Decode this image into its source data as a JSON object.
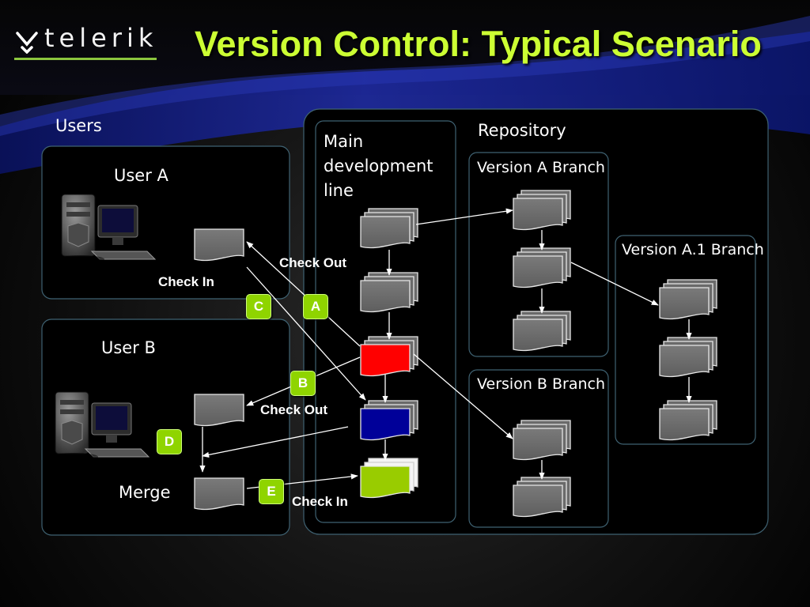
{
  "header": {
    "logo_text": "telerik",
    "title": "Version Control: Typical Scenario"
  },
  "users_panel": {
    "heading": "Users",
    "user_a": {
      "label": "User A",
      "check_in": "Check In"
    },
    "user_b": {
      "label": "User B",
      "check_out": "Check Out",
      "merge": "Merge"
    }
  },
  "repository": {
    "heading": "Repository",
    "main_line": "Main development line",
    "version_a": "Version A Branch",
    "version_a1": "Version A.1 Branch",
    "version_b": "Version B Branch"
  },
  "actions": {
    "check_out_a": "Check Out",
    "check_in_e": "Check In"
  },
  "badges": [
    "A",
    "B",
    "C",
    "D",
    "E"
  ],
  "colors": {
    "title": "#ccff33",
    "badge": "#8fd400",
    "doc_gray": "#6e6e6e",
    "doc_red": "#ff0000",
    "doc_blue": "#000099",
    "doc_green": "#99cc00",
    "panel_border": "#3f6272",
    "arrow": "#ffffff"
  },
  "icons": [
    "telerik-logo-icon",
    "computer-icon",
    "document-stack-icon",
    "document-icon",
    "arrow-icon"
  ]
}
